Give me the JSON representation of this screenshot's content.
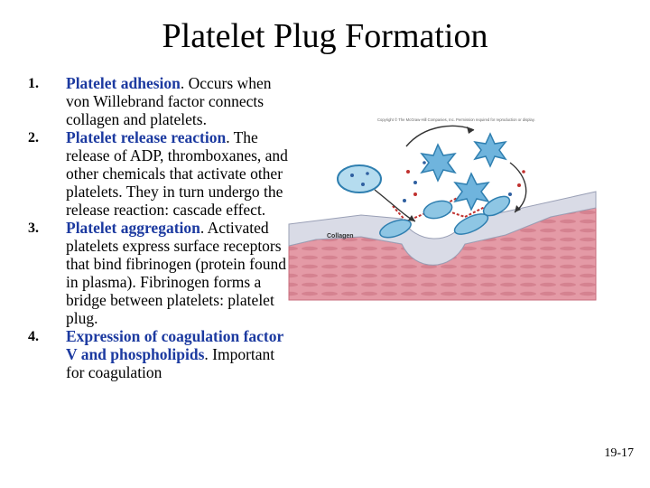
{
  "slide": {
    "title": "Platelet Plug Formation",
    "slide_number": "19-17"
  },
  "items": [
    {
      "num": "1.",
      "highlight": "Platelet adhesion",
      "rest": ". Occurs when von Willebrand factor connects collagen and platelets."
    },
    {
      "num": "2.",
      "highlight": "Platelet release reaction",
      "rest": ". The release of ADP, thromboxanes, and other chemicals that activate other platelets. They in turn undergo the release reaction: cascade effect."
    },
    {
      "num": "3.",
      "highlight": "Platelet aggregation",
      "rest": ". Activated platelets express surface receptors that bind fibrinogen (protein found in plasma). Fibrinogen forms a bridge between platelets: platelet plug."
    },
    {
      "num": "4.",
      "highlight": "Expression of coagulation factor V and phospholipids",
      "rest": ". Important for coagulation"
    }
  ],
  "figure": {
    "copyright": "Copyright © The McGraw-Hill Companies, Inc. Permission required for reproduction or display.",
    "collagen_label": "Collagen",
    "colors": {
      "tissue": "#e49aa6",
      "tissue_dark": "#c86e7e",
      "collagen_layer": "#d9dbe6",
      "platelet": "#8ec6e4",
      "platelet_edge": "#2f7fb0",
      "star_platelet": "#6fb4dd",
      "fibrinogen": "#c0302e"
    }
  }
}
